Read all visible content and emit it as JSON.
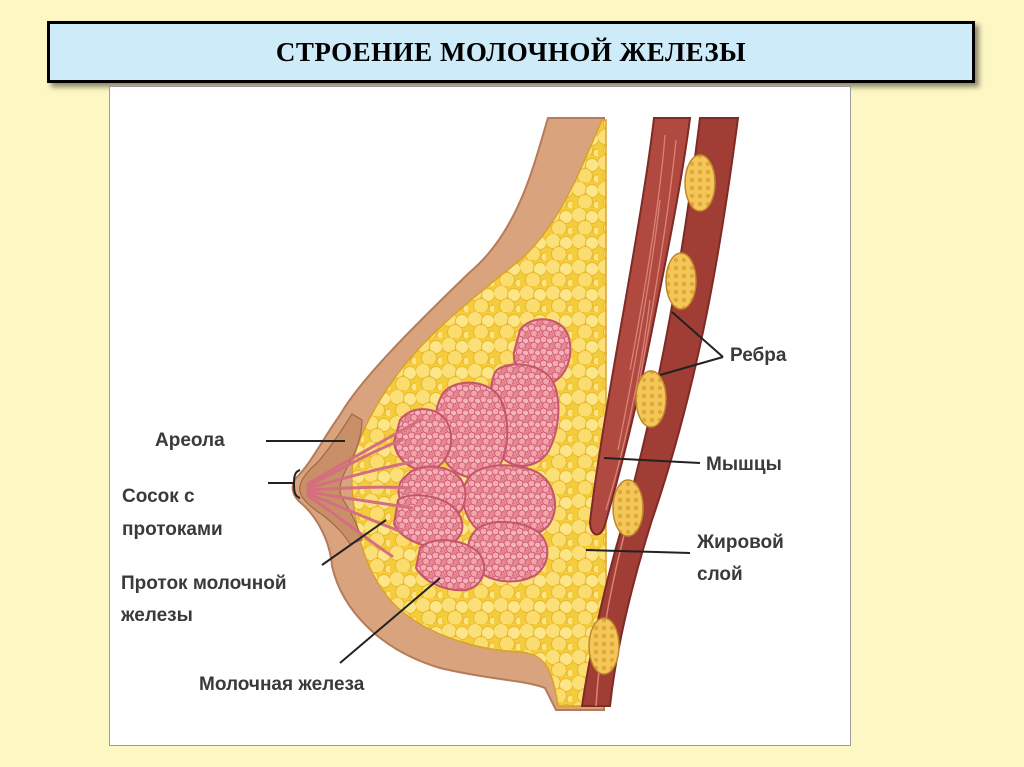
{
  "title": "СТРОЕНИЕ МОЛОЧНОЙ ЖЕЛЕЗЫ",
  "labels": {
    "areola": "Ареола",
    "nipple_line1": "Сосок с",
    "nipple_line2": "протоками",
    "duct_line1": "Проток молочной",
    "duct_line2": "железы",
    "gland": "Молочная железа",
    "ribs": "Ребра",
    "muscles": "Мышцы",
    "fat_line1": "Жировой",
    "fat_line2": "слой"
  },
  "colors": {
    "background": "#fdf7c3",
    "title_box": "#cdebf9",
    "skin": "#d9a37e",
    "fat": "#f7d64b",
    "gland": "#e98a96",
    "muscle": "#a8443c",
    "rib": "#f1c65a"
  }
}
